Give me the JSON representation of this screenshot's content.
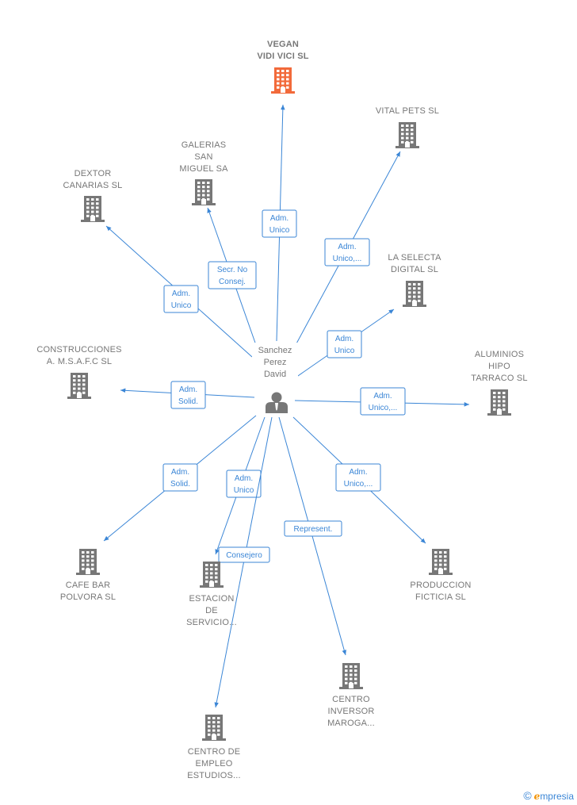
{
  "center": {
    "name_lines": [
      "Sanchez",
      "Perez",
      "David"
    ],
    "icon": "person-icon"
  },
  "colors": {
    "edge": "#3b86d6",
    "building": "#777777",
    "highlight": "#f26a3a"
  },
  "nodes": [
    {
      "id": "vegan",
      "lines": [
        "VEGAN",
        "VIDI VICI  SL"
      ],
      "highlight": true,
      "icon": "building-icon"
    },
    {
      "id": "vital-pets",
      "lines": [
        "VITAL PETS  SL"
      ],
      "icon": "building-icon"
    },
    {
      "id": "galerias",
      "lines": [
        "GALERIAS",
        "SAN",
        "MIGUEL SA"
      ],
      "icon": "building-icon"
    },
    {
      "id": "dextor",
      "lines": [
        "DEXTOR",
        "CANARIAS SL"
      ],
      "icon": "building-icon"
    },
    {
      "id": "la-selecta",
      "lines": [
        "LA SELECTA",
        "DIGITAL SL"
      ],
      "icon": "building-icon"
    },
    {
      "id": "construcciones",
      "lines": [
        "CONSTRUCCIONES",
        "A. M.S.A.F.C SL"
      ],
      "icon": "building-icon"
    },
    {
      "id": "aluminios",
      "lines": [
        "ALUMINIOS",
        "HIPO",
        "TARRACO SL"
      ],
      "icon": "building-icon"
    },
    {
      "id": "cafe-bar",
      "lines": [
        "CAFE BAR",
        "POLVORA  SL"
      ],
      "icon": "building-icon"
    },
    {
      "id": "estacion",
      "lines": [
        "ESTACION",
        "DE",
        "SERVICIO..."
      ],
      "icon": "building-icon"
    },
    {
      "id": "produccion",
      "lines": [
        "PRODUCCION",
        "FICTICIA  SL"
      ],
      "icon": "building-icon"
    },
    {
      "id": "centro-inversor",
      "lines": [
        "CENTRO",
        "INVERSOR",
        "MAROGA..."
      ],
      "icon": "building-icon"
    },
    {
      "id": "centro-empleo",
      "lines": [
        "CENTRO DE",
        "EMPLEO",
        "ESTUDIOS..."
      ],
      "icon": "building-icon"
    }
  ],
  "edges": [
    {
      "to": "vegan",
      "lines": [
        "Adm.",
        "Unico"
      ]
    },
    {
      "to": "vital-pets",
      "lines": [
        "Adm.",
        "Unico,..."
      ]
    },
    {
      "to": "galerias",
      "lines": [
        "Secr.  No",
        "Consej."
      ]
    },
    {
      "to": "dextor",
      "lines": [
        "Adm.",
        "Unico"
      ]
    },
    {
      "to": "la-selecta",
      "lines": [
        "Adm.",
        "Unico"
      ]
    },
    {
      "to": "construcciones",
      "lines": [
        "Adm.",
        "Solid."
      ]
    },
    {
      "to": "aluminios",
      "lines": [
        "Adm.",
        "Unico,..."
      ]
    },
    {
      "to": "cafe-bar",
      "lines": [
        "Adm.",
        "Solid."
      ]
    },
    {
      "to": "estacion",
      "lines": [
        "Adm.",
        "Unico"
      ]
    },
    {
      "to": "produccion",
      "lines": [
        "Adm.",
        "Unico,..."
      ]
    },
    {
      "to": "centro-inversor",
      "lines": [
        "Represent."
      ]
    },
    {
      "to": "centro-empleo",
      "lines": [
        "Consejero"
      ]
    }
  ],
  "footer": {
    "copyright_symbol": "©",
    "brand_initial": "e",
    "brand_rest": "mpresia"
  }
}
